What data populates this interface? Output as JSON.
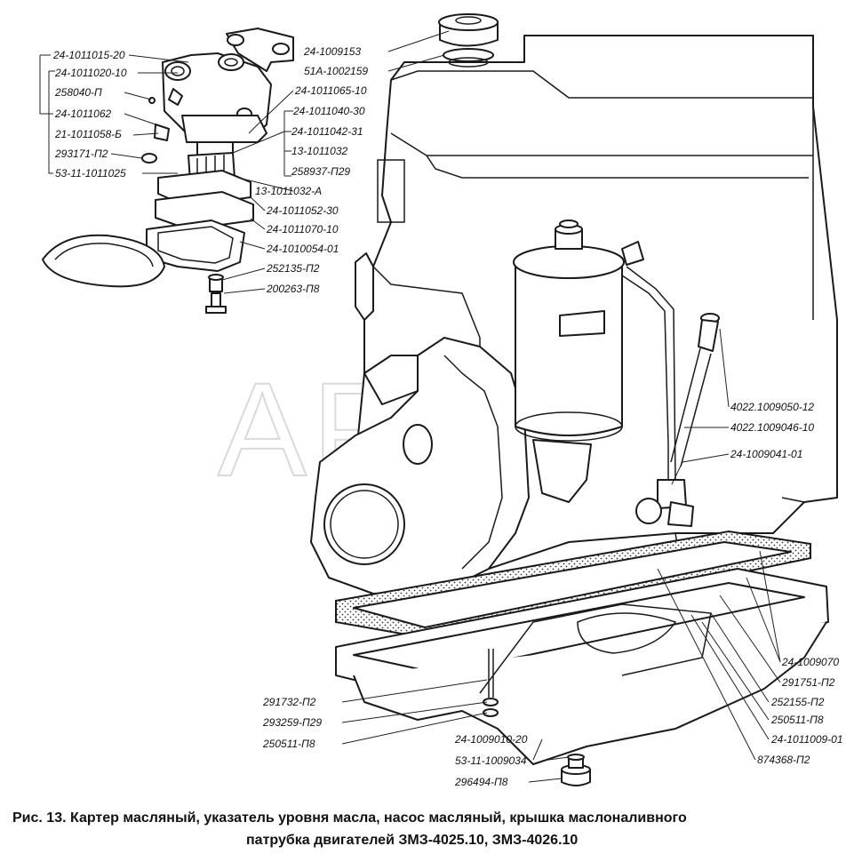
{
  "watermark": "АРАОН",
  "caption": {
    "line1": "Рис. 13. Картер масляный, указатель уровня масла, насос масляный, крышка маслоналивного",
    "line2": "патрубка двигателей ЗМЗ-4025.10, ЗМЗ-4026.10"
  },
  "labels": [
    "24-1011015-20",
    "24-1011020-10",
    "258040-П",
    "24-1011062",
    "21-1011058-Б",
    "293171-П2",
    "53-11-1011025",
    "24-1009153",
    "51А-1002159",
    "24-1011065-10",
    "24-1011040-30",
    "24-1011042-31",
    "13-1011032",
    "258937-П29",
    "13-1011032-А",
    "24-1011052-30",
    "24-1011070-10",
    "24-1010054-01",
    "252135-П2",
    "200263-П8",
    "4022.1009050-12",
    "4022.1009046-10",
    "24-1009041-01",
    "24-1009070",
    "291751-П2",
    "252155-П2",
    "250511-П8",
    "24-1011009-01",
    "874368-П2",
    "291732-П2",
    "293259-П29",
    "250511-П8",
    "24-1009010-20",
    "53-11-1009034",
    "296494-П8"
  ]
}
